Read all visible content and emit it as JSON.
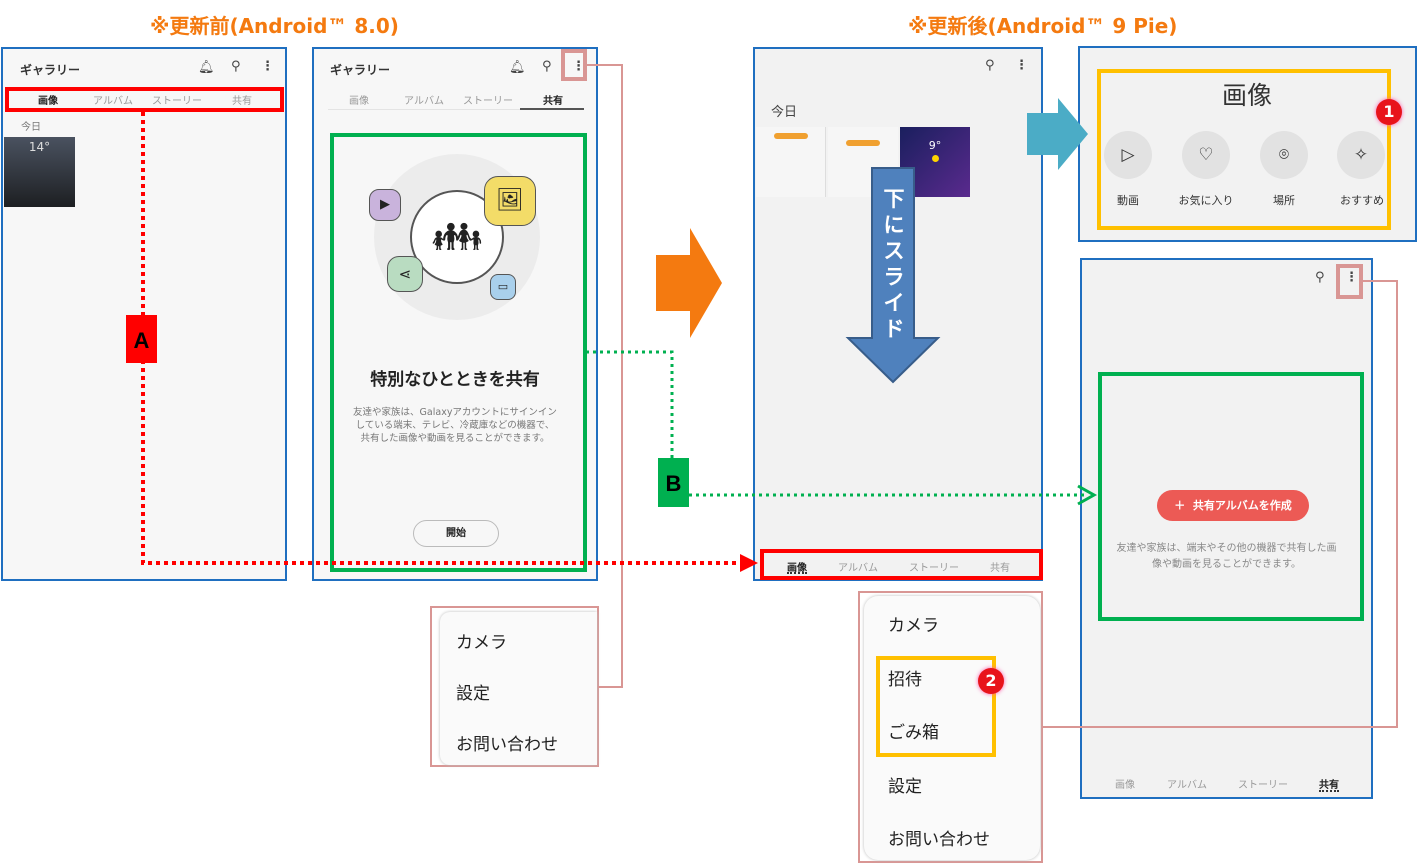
{
  "titles": {
    "before": "※更新前(Android™ 8.0)",
    "after": "※更新後(Android™ 9 Pie)"
  },
  "colors": {
    "orange": "#F47A10",
    "blue": "#1F6FC0",
    "red": "#FF0000",
    "green": "#00B050",
    "pink": "#D99694",
    "yellow": "#FFC000",
    "teal": "#4BACC6",
    "slide": "#4F81BD"
  },
  "before": {
    "app_title": "ギャラリー",
    "tabs": [
      "画像",
      "アルバム",
      "ストーリー",
      "共有"
    ],
    "today": "今日",
    "thumb_temp": "14°",
    "share": {
      "heading": "特別なひとときを共有",
      "desc1": "友達や家族は、Galaxyアカウントにサインイン",
      "desc2": "している端末、テレビ、冷蔵庫などの機器で、",
      "desc3": "共有した画像や動画を見ることができます。",
      "start": "開始"
    },
    "menu": [
      "カメラ",
      "設定",
      "お問い合わせ"
    ]
  },
  "after": {
    "today": "今日",
    "thumb_temp": "9°",
    "slide_label": "下にスライド",
    "tabs": [
      "画像",
      "アルバム",
      "ストーリー",
      "共有"
    ],
    "image_section": {
      "title": "画像",
      "items": [
        "動画",
        "お気に入り",
        "場所",
        "おすすめ"
      ]
    },
    "share": {
      "create": "共有アルバムを作成",
      "desc1": "友達や家族は、端末やその他の機器で共有した画",
      "desc2": "像や動画を見ることができます。"
    },
    "menu": [
      "カメラ",
      "招待",
      "ごみ箱",
      "設定",
      "お問い合わせ"
    ]
  },
  "labels": {
    "a": "A",
    "b": "B",
    "badge1": "1",
    "badge2": "2"
  }
}
